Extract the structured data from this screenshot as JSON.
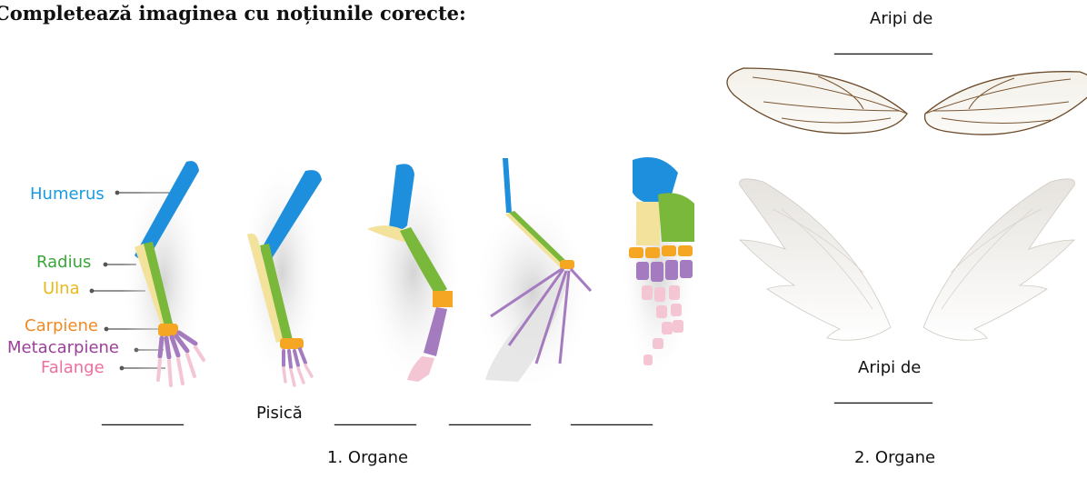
{
  "title": "Completează imaginea cu noțiunile corecte:",
  "bone_labels": [
    {
      "text": "Humerus",
      "color": "#1a9ae0"
    },
    {
      "text": "Radius",
      "color": "#3aa63a"
    },
    {
      "text": "Ulna",
      "color": "#e8b81a"
    },
    {
      "text": "Carpiene",
      "color": "#f08a24"
    },
    {
      "text": "Metacarpiene",
      "color": "#9b3f98"
    },
    {
      "text": "Falange",
      "color": "#ee6e9e"
    }
  ],
  "limb_names": [
    "__________",
    "Pisică",
    "__________",
    "__________",
    "__________"
  ],
  "caption_1": "1. Organe",
  "wings_top": {
    "label": "Aripi de",
    "blank": "____________"
  },
  "wings_bottom": {
    "label": "Aripi de",
    "blank": "____________"
  },
  "caption_2": "2. Organe",
  "colors": {
    "humerus": "#1e8fdc",
    "radius": "#79b83a",
    "ulna": "#f3e29c",
    "carpals": "#f5a623",
    "metacarpals": "#a57bc0",
    "phalanges": "#f4c6d4"
  }
}
